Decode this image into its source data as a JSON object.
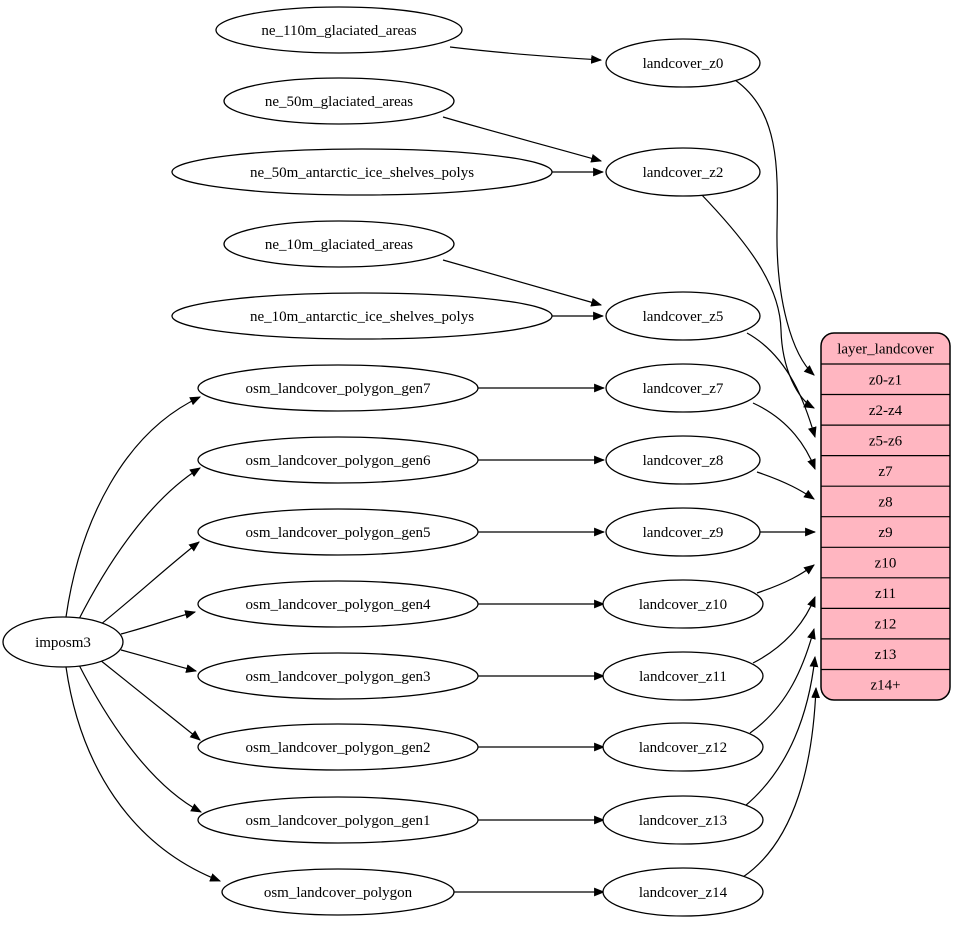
{
  "diagram": {
    "root": {
      "label": "imposm3"
    },
    "sources": [
      {
        "label": "ne_110m_glaciated_areas"
      },
      {
        "label": "ne_50m_glaciated_areas"
      },
      {
        "label": "ne_50m_antarctic_ice_shelves_polys"
      },
      {
        "label": "ne_10m_glaciated_areas"
      },
      {
        "label": "ne_10m_antarctic_ice_shelves_polys"
      },
      {
        "label": "osm_landcover_polygon_gen7"
      },
      {
        "label": "osm_landcover_polygon_gen6"
      },
      {
        "label": "osm_landcover_polygon_gen5"
      },
      {
        "label": "osm_landcover_polygon_gen4"
      },
      {
        "label": "osm_landcover_polygon_gen3"
      },
      {
        "label": "osm_landcover_polygon_gen2"
      },
      {
        "label": "osm_landcover_polygon_gen1"
      },
      {
        "label": "osm_landcover_polygon"
      }
    ],
    "stages": [
      {
        "label": "landcover_z0"
      },
      {
        "label": "landcover_z2"
      },
      {
        "label": "landcover_z5"
      },
      {
        "label": "landcover_z7"
      },
      {
        "label": "landcover_z8"
      },
      {
        "label": "landcover_z9"
      },
      {
        "label": "landcover_z10"
      },
      {
        "label": "landcover_z11"
      },
      {
        "label": "landcover_z12"
      },
      {
        "label": "landcover_z13"
      },
      {
        "label": "landcover_z14"
      }
    ],
    "table": {
      "title": "layer_landcover",
      "rows": [
        "z0-z1",
        "z2-z4",
        "z5-z6",
        "z7",
        "z8",
        "z9",
        "z10",
        "z11",
        "z12",
        "z13",
        "z14+"
      ]
    },
    "edges": [
      {
        "from": "ne_110m_glaciated_areas",
        "to": "landcover_z0"
      },
      {
        "from": "ne_50m_glaciated_areas",
        "to": "landcover_z2"
      },
      {
        "from": "ne_50m_antarctic_ice_shelves_polys",
        "to": "landcover_z2"
      },
      {
        "from": "ne_10m_glaciated_areas",
        "to": "landcover_z5"
      },
      {
        "from": "ne_10m_antarctic_ice_shelves_polys",
        "to": "landcover_z5"
      },
      {
        "from": "osm_landcover_polygon_gen7",
        "to": "landcover_z7"
      },
      {
        "from": "osm_landcover_polygon_gen6",
        "to": "landcover_z8"
      },
      {
        "from": "osm_landcover_polygon_gen5",
        "to": "landcover_z9"
      },
      {
        "from": "osm_landcover_polygon_gen4",
        "to": "landcover_z10"
      },
      {
        "from": "osm_landcover_polygon_gen3",
        "to": "landcover_z11"
      },
      {
        "from": "osm_landcover_polygon_gen2",
        "to": "landcover_z12"
      },
      {
        "from": "osm_landcover_polygon_gen1",
        "to": "landcover_z13"
      },
      {
        "from": "osm_landcover_polygon",
        "to": "landcover_z14"
      },
      {
        "from": "imposm3",
        "to": "osm_landcover_polygon_gen7"
      },
      {
        "from": "imposm3",
        "to": "osm_landcover_polygon_gen6"
      },
      {
        "from": "imposm3",
        "to": "osm_landcover_polygon_gen5"
      },
      {
        "from": "imposm3",
        "to": "osm_landcover_polygon_gen4"
      },
      {
        "from": "imposm3",
        "to": "osm_landcover_polygon_gen3"
      },
      {
        "from": "imposm3",
        "to": "osm_landcover_polygon_gen2"
      },
      {
        "from": "imposm3",
        "to": "osm_landcover_polygon_gen1"
      },
      {
        "from": "imposm3",
        "to": "osm_landcover_polygon"
      },
      {
        "from": "landcover_z0",
        "to": "layer_landcover:z0-z1"
      },
      {
        "from": "landcover_z2",
        "to": "layer_landcover:z2-z4"
      },
      {
        "from": "landcover_z5",
        "to": "layer_landcover:z5-z6"
      },
      {
        "from": "landcover_z7",
        "to": "layer_landcover:z7"
      },
      {
        "from": "landcover_z8",
        "to": "layer_landcover:z8"
      },
      {
        "from": "landcover_z9",
        "to": "layer_landcover:z9"
      },
      {
        "from": "landcover_z10",
        "to": "layer_landcover:z10"
      },
      {
        "from": "landcover_z11",
        "to": "layer_landcover:z11"
      },
      {
        "from": "landcover_z12",
        "to": "layer_landcover:z12"
      },
      {
        "from": "landcover_z13",
        "to": "layer_landcover:z13"
      },
      {
        "from": "landcover_z14",
        "to": "layer_landcover:z14+"
      }
    ],
    "colors": {
      "table_fill": "#FFB6C1",
      "node_fill": "#FFFFFF",
      "stroke": "#000000",
      "background": "#FFFFFF"
    }
  }
}
